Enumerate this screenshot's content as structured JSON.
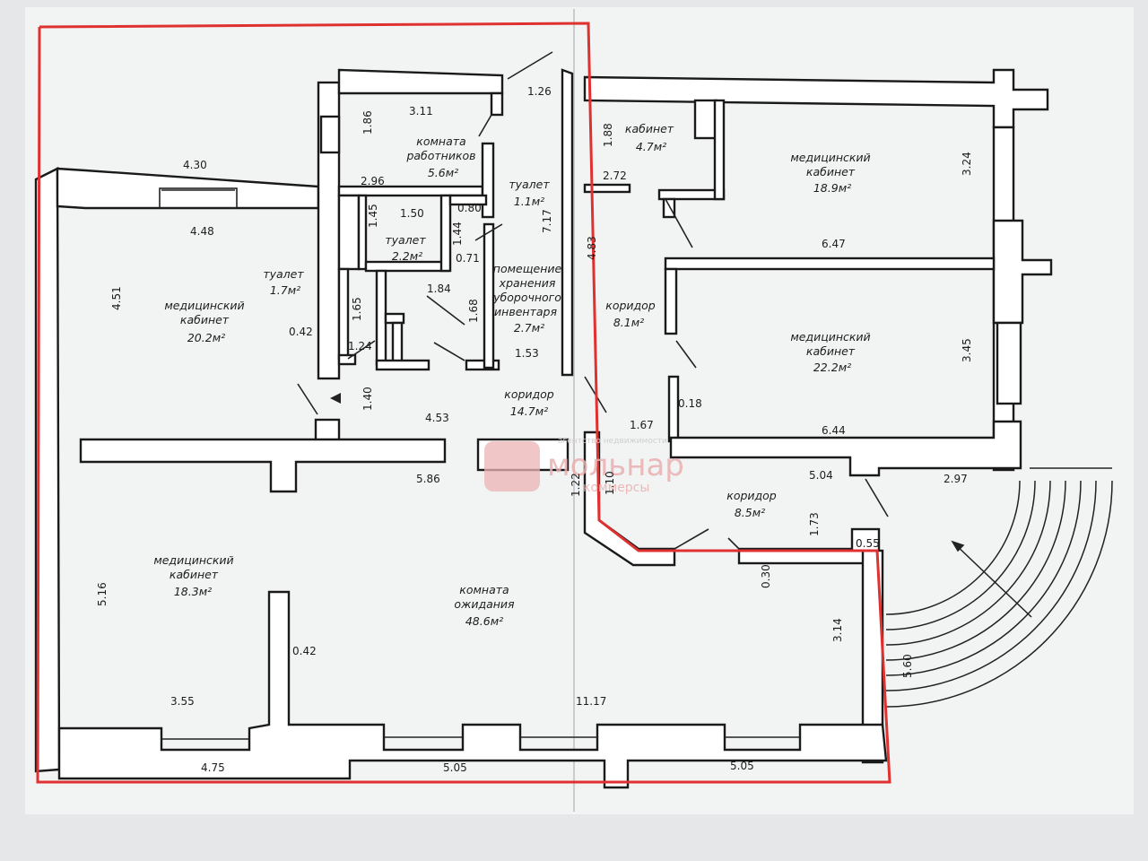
{
  "colors": {
    "paper": "#f1f2f3",
    "wall": "#1a1a1a",
    "highlight": "#e03131",
    "watermark": "#e8a8a8"
  },
  "watermark": {
    "brand": "мольнар",
    "sub": "коммерсы",
    "top": "агентство недвижимости"
  },
  "rooms": {
    "staff_room": [
      "комната",
      "работников",
      "5.6м²"
    ],
    "cabinet_small": [
      "кабинет",
      "4.7м²"
    ],
    "med_right_top": [
      "медицинский",
      "кабинет",
      "18.9м²"
    ],
    "toilet_11": [
      "туалет",
      "1.1м²"
    ],
    "toilet_22": [
      "туалет",
      "2.2м²"
    ],
    "toilet_17": [
      "туалет",
      "1.7м²"
    ],
    "med_left_top": [
      "медицинский",
      "кабинет",
      "20.2м²"
    ],
    "storage": [
      "помещение",
      "хранения",
      "уборочного",
      "инвентаря",
      "2.7м²"
    ],
    "corridor_81": [
      "коридор",
      "8.1м²"
    ],
    "med_right_mid": [
      "медицинский",
      "кабинет",
      "22.2м²"
    ],
    "corridor_147": [
      "коридор",
      "14.7м²"
    ],
    "corridor_85": [
      "коридор",
      "8.5м²"
    ],
    "med_left_bottom": [
      "медицинский",
      "кабинет",
      "18.3м²"
    ],
    "waiting": [
      "комната",
      "ожидания",
      "48.6м²"
    ]
  },
  "dims": {
    "d311": "3.11",
    "d126": "1.26",
    "d186": "1.86",
    "d188": "1.88",
    "d324": "3.24",
    "d430": "4.30",
    "d296": "2.96",
    "d272": "2.72",
    "d448": "4.48",
    "d145": "1.45",
    "d150": "1.50",
    "d080": "0.80",
    "d144": "1.44",
    "d071": "0.71",
    "d717": "7.17",
    "d483": "4.83",
    "d647": "6.47",
    "d451": "4.51",
    "d184": "1.84",
    "d168": "1.68",
    "d165": "1.65",
    "d042a": "0.42",
    "d124": "1.24",
    "d153": "1.53",
    "d345": "3.45",
    "d140": "1.40",
    "d453": "4.53",
    "d167": "1.67",
    "d018": "0.18",
    "d644": "6.44",
    "d586": "5.86",
    "d122": "1.22",
    "d110": "1.10",
    "d504": "5.04",
    "d297": "2.97",
    "d173": "1.73",
    "d055": "0.55",
    "d030": "0.30",
    "d516": "5.16",
    "d042b": "0.42",
    "d314": "3.14",
    "d560": "5.60",
    "d355": "3.55",
    "d1117": "11.17",
    "d475": "4.75",
    "d505a": "5.05",
    "d505b": "5.05"
  }
}
